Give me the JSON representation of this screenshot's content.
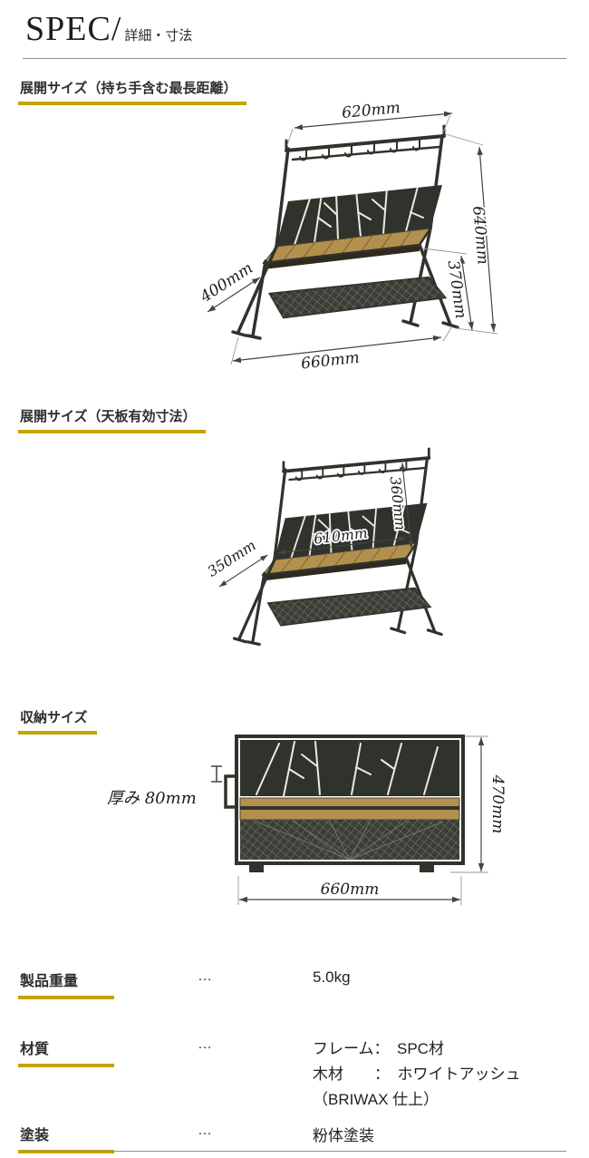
{
  "header": {
    "title": "SPEC/",
    "subtitle": "詳細・寸法"
  },
  "sections": {
    "expanded_max": {
      "heading": "展開サイズ（持ち手含む最長距離）",
      "dims": {
        "top_width": "620mm",
        "total_height": "640mm",
        "tabletop_height": "370mm",
        "depth": "400mm",
        "bottom_width": "660mm"
      }
    },
    "expanded_effective": {
      "heading": "展開サイズ（天板有効寸法）",
      "dims": {
        "depth": "350mm",
        "top_width": "610mm",
        "hanger_height": "360mm"
      }
    },
    "folded": {
      "heading": "収納サイズ",
      "dims": {
        "thickness": "厚み 80mm",
        "height": "470mm",
        "width": "660mm"
      }
    }
  },
  "specs": {
    "weight": {
      "label": "製品重量",
      "dots": "…",
      "value": "5.0kg"
    },
    "material": {
      "label": "材質",
      "dots": "…",
      "line1": "フレーム：　SPC材",
      "line2": "木材　　：　ホワイトアッシュ",
      "line3": "（BRIWAX 仕上）"
    },
    "coating": {
      "label": "塗装",
      "dots": "…",
      "value": "粉体塗装"
    }
  },
  "colors": {
    "accent": "#c5a30c",
    "frame": "#30332c",
    "wood": "#b3904e",
    "mesh": "#3a3e36"
  }
}
